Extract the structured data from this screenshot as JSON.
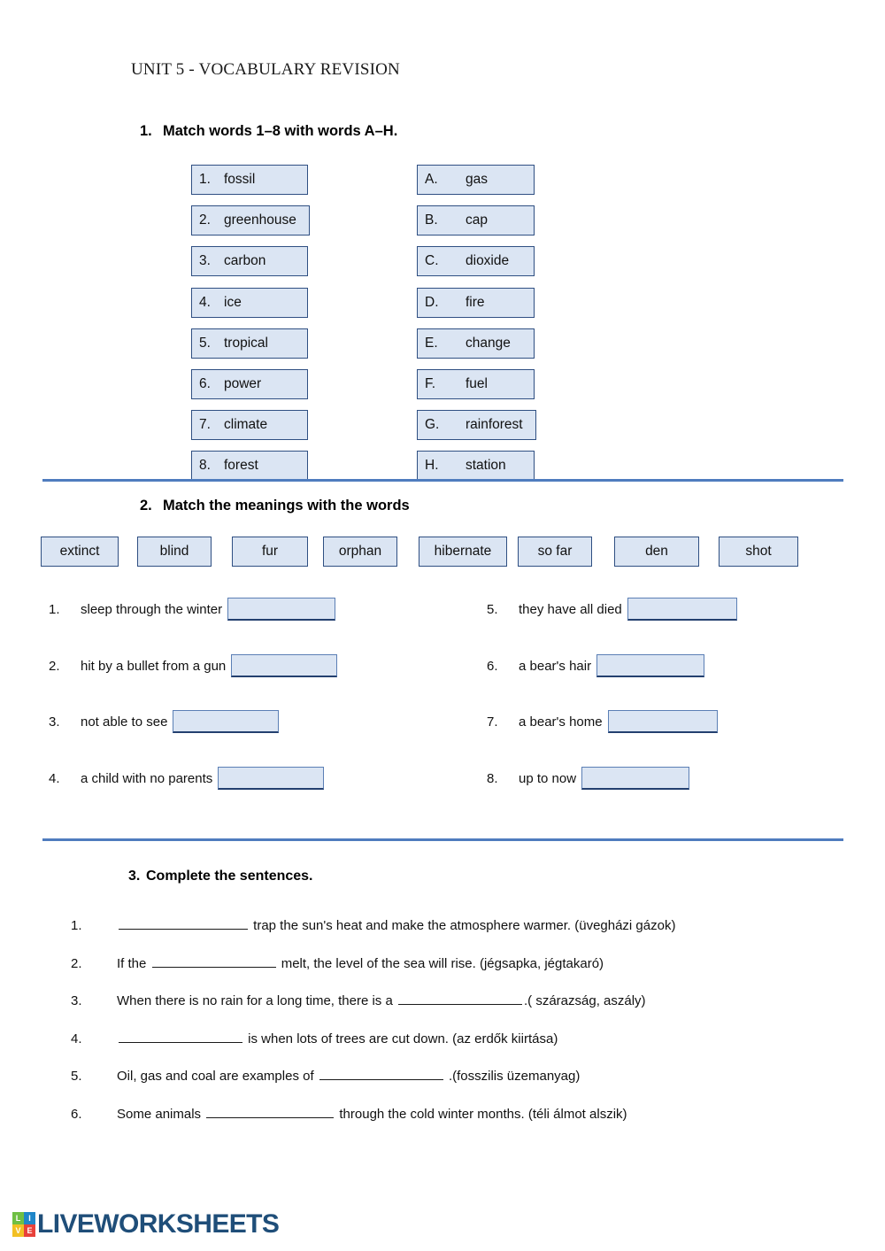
{
  "document": {
    "title": "UNIT 5 - VOCABULARY REVISION"
  },
  "exercise1": {
    "number": "1.",
    "instruction": "Match words 1–8 with words A–H.",
    "left_column": [
      {
        "key": "1.",
        "word": "fossil"
      },
      {
        "key": "2.",
        "word": "greenhouse"
      },
      {
        "key": "3.",
        "word": "carbon"
      },
      {
        "key": "4.",
        "word": "ice"
      },
      {
        "key": "5.",
        "word": "tropical"
      },
      {
        "key": "6.",
        "word": "power"
      },
      {
        "key": "7.",
        "word": "climate"
      },
      {
        "key": "8.",
        "word": "forest"
      }
    ],
    "right_column": [
      {
        "key": "A.",
        "word": "gas"
      },
      {
        "key": "B.",
        "word": "cap"
      },
      {
        "key": "C.",
        "word": "dioxide"
      },
      {
        "key": "D.",
        "word": "fire"
      },
      {
        "key": "E.",
        "word": "change"
      },
      {
        "key": "F.",
        "word": "fuel"
      },
      {
        "key": "G.",
        "word": "rainforest"
      },
      {
        "key": "H.",
        "word": "station"
      }
    ]
  },
  "exercise2": {
    "number": "2.",
    "instruction": "Match the meanings with the words",
    "word_bank": [
      "extinct",
      "blind",
      "fur",
      "orphan",
      "hibernate",
      "so far",
      "den",
      "shot"
    ],
    "definitions_left": [
      {
        "num": "1.",
        "text": "sleep through the winter",
        "answer": ""
      },
      {
        "num": "2.",
        "text": "hit by a bullet from a gun",
        "answer": ""
      },
      {
        "num": "3.",
        "text": "not able to see",
        "answer": ""
      },
      {
        "num": "4.",
        "text": "a child with no parents",
        "answer": ""
      }
    ],
    "definitions_right": [
      {
        "num": "5.",
        "text": "they have all died",
        "answer": ""
      },
      {
        "num": "6.",
        "text": "a bear's hair",
        "answer": ""
      },
      {
        "num": "7.",
        "text": "a bear's home",
        "answer": ""
      },
      {
        "num": "8.",
        "text": "up to now",
        "answer": ""
      }
    ]
  },
  "exercise3": {
    "number": "3.",
    "instruction": "Complete the sentences.",
    "sentences": [
      {
        "num": "1.",
        "before": "",
        "after": " trap the sun's heat and make the atmosphere warmer. (üvegházi gázok)"
      },
      {
        "num": "2.",
        "before": "If the ",
        "after": " melt, the level of the sea will rise. (jégsapka, jégtakaró)"
      },
      {
        "num": "3.",
        "before": "When there is no rain for a long time, there is a ",
        "after": ".( szárazság, aszály)"
      },
      {
        "num": "4.",
        "before": "",
        "after": " is when lots of trees are cut down. (az erdők kiirtása)"
      },
      {
        "num": "5.",
        "before": "Oil, gas and coal are examples of ",
        "after": " .(fosszilis üzemanyag)"
      },
      {
        "num": "6.",
        "before": "Some animals ",
        "after": " through the cold winter months. (téli álmot alszik)"
      }
    ]
  },
  "footer": {
    "logo_tiles": [
      "LI",
      "I",
      "V",
      "E"
    ],
    "logo_text": "LIVEWORKSHEETS"
  },
  "colors": {
    "box_fill": "#dbe5f3",
    "box_border": "#2f4f82",
    "rule": "#4f7cbe",
    "logo_text": "#1f4e79"
  }
}
